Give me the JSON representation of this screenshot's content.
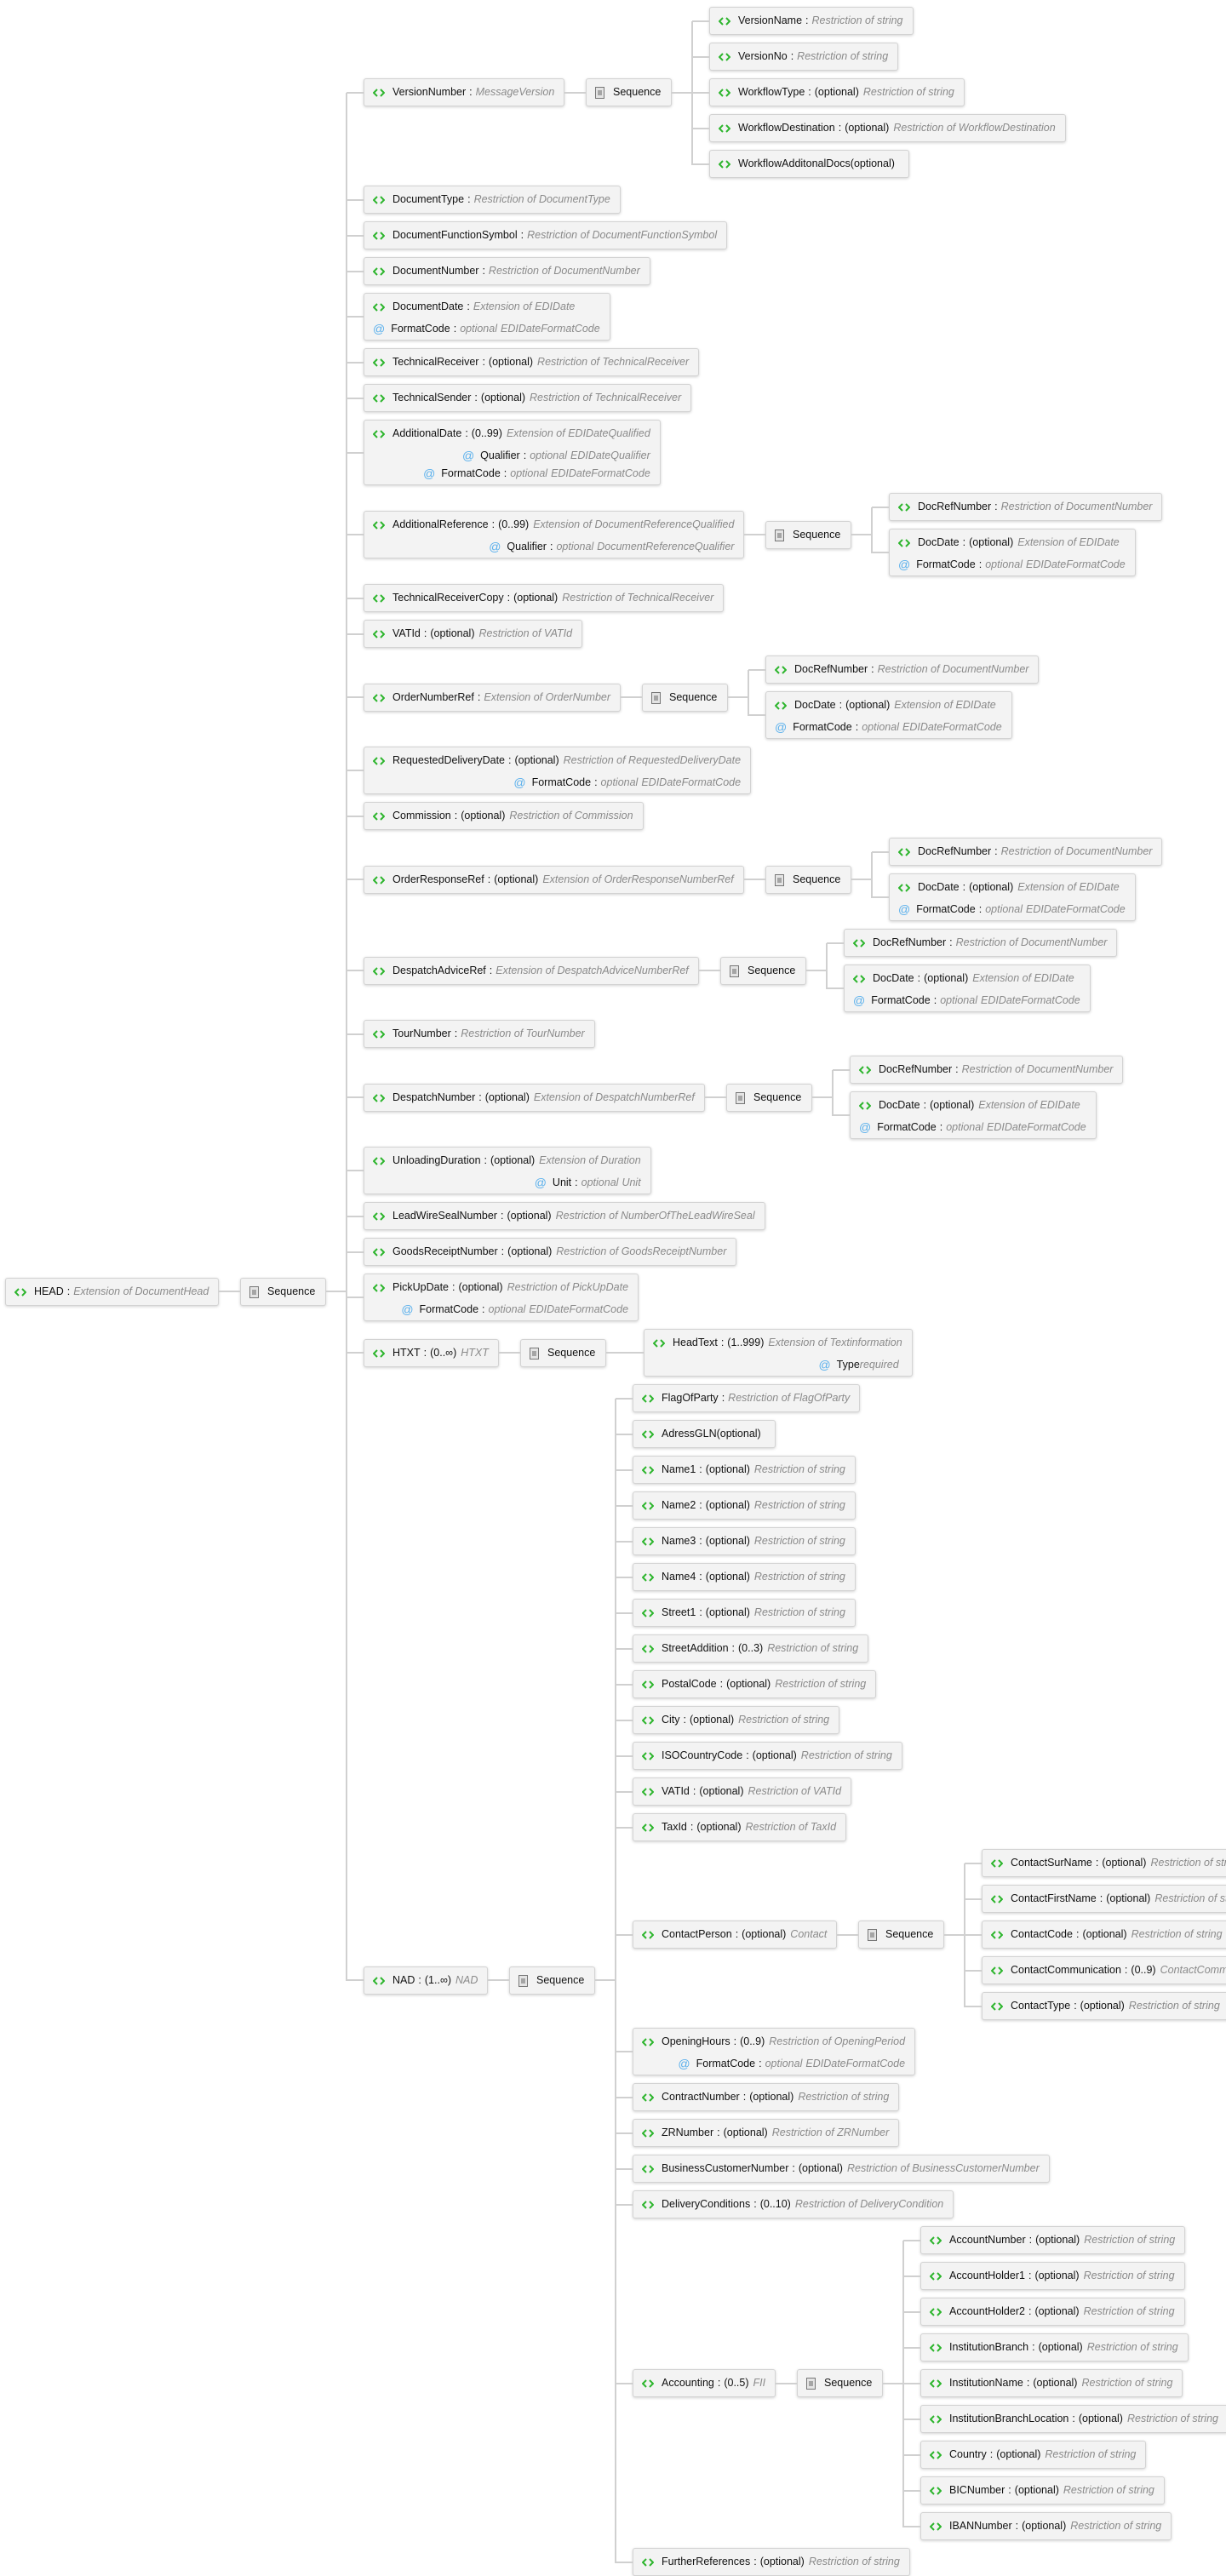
{
  "sep": ":",
  "colors": {
    "element_icon": "#2db52d",
    "attribute_icon": "#5ab0ec",
    "type_text": "#8a8a8a"
  },
  "root": {
    "name": "HEAD",
    "type": "Extension of DocumentHead",
    "seq": {
      "label": "Sequence",
      "children": [
        {
          "name": "VersionNumber",
          "type": "MessageVersion",
          "seq": {
            "label": "Sequence",
            "children": [
              {
                "name": "VersionName",
                "type": "Restriction of string"
              },
              {
                "name": "VersionNo",
                "type": "Restriction of string"
              },
              {
                "name": "WorkflowType",
                "occurs": "(optional)",
                "type": "Restriction of string"
              },
              {
                "name": "WorkflowDestination",
                "occurs": "(optional)",
                "type": "Restriction of WorkflowDestination"
              },
              {
                "name": "WorkflowAdditonalDocs",
                "occurs": "(optional)"
              }
            ]
          }
        },
        {
          "name": "DocumentType",
          "type": "Restriction of DocumentType"
        },
        {
          "name": "DocumentFunctionSymbol",
          "type": "Restriction of DocumentFunctionSymbol"
        },
        {
          "name": "DocumentNumber",
          "type": "Restriction of DocumentNumber"
        },
        {
          "name": "DocumentDate",
          "type": "Extension of EDIDate",
          "attrs": [
            {
              "name": "FormatCode",
              "use": "optional",
              "type": "EDIDateFormatCode"
            }
          ]
        },
        {
          "name": "TechnicalReceiver",
          "occurs": "(optional)",
          "type": "Restriction of TechnicalReceiver"
        },
        {
          "name": "TechnicalSender",
          "occurs": "(optional)",
          "type": "Restriction of TechnicalReceiver"
        },
        {
          "name": "AdditionalDate",
          "occurs": "(0..99)",
          "type": "Extension of EDIDateQualified",
          "attrs": [
            {
              "name": "Qualifier",
              "use": "optional",
              "type": "EDIDateQualifier"
            },
            {
              "name": "FormatCode",
              "use": "optional",
              "type": "EDIDateFormatCode"
            }
          ]
        },
        {
          "name": "AdditionalReference",
          "occurs": "(0..99)",
          "type": "Extension of DocumentReferenceQualified",
          "attrs": [
            {
              "name": "Qualifier",
              "use": "optional",
              "type": "DocumentReferenceQualifier"
            }
          ],
          "seq": {
            "label": "Sequence",
            "children": [
              {
                "name": "DocRefNumber",
                "type": "Restriction of DocumentNumber"
              },
              {
                "name": "DocDate",
                "occurs": "(optional)",
                "type": "Extension of EDIDate",
                "attrs": [
                  {
                    "name": "FormatCode",
                    "use": "optional",
                    "type": "EDIDateFormatCode"
                  }
                ]
              }
            ]
          }
        },
        {
          "name": "TechnicalReceiverCopy",
          "occurs": "(optional)",
          "type": "Restriction of TechnicalReceiver"
        },
        {
          "name": "VATId",
          "occurs": "(optional)",
          "type": "Restriction of VATId"
        },
        {
          "name": "OrderNumberRef",
          "type": "Extension of OrderNumber",
          "seq": {
            "label": "Sequence",
            "children": [
              {
                "name": "DocRefNumber",
                "type": "Restriction of DocumentNumber"
              },
              {
                "name": "DocDate",
                "occurs": "(optional)",
                "type": "Extension of EDIDate",
                "attrs": [
                  {
                    "name": "FormatCode",
                    "use": "optional",
                    "type": "EDIDateFormatCode"
                  }
                ]
              }
            ]
          }
        },
        {
          "name": "RequestedDeliveryDate",
          "occurs": "(optional)",
          "type": "Restriction of RequestedDeliveryDate",
          "attrs": [
            {
              "name": "FormatCode",
              "use": "optional",
              "type": "EDIDateFormatCode"
            }
          ]
        },
        {
          "name": "Commission",
          "occurs": "(optional)",
          "type": "Restriction of Commission"
        },
        {
          "name": "OrderResponseRef",
          "occurs": "(optional)",
          "type": "Extension of OrderResponseNumberRef",
          "seq": {
            "label": "Sequence",
            "children": [
              {
                "name": "DocRefNumber",
                "type": "Restriction of DocumentNumber"
              },
              {
                "name": "DocDate",
                "occurs": "(optional)",
                "type": "Extension of EDIDate",
                "attrs": [
                  {
                    "name": "FormatCode",
                    "use": "optional",
                    "type": "EDIDateFormatCode"
                  }
                ]
              }
            ]
          }
        },
        {
          "name": "DespatchAdviceRef",
          "type": "Extension of DespatchAdviceNumberRef",
          "seq": {
            "label": "Sequence",
            "children": [
              {
                "name": "DocRefNumber",
                "type": "Restriction of DocumentNumber"
              },
              {
                "name": "DocDate",
                "occurs": "(optional)",
                "type": "Extension of EDIDate",
                "attrs": [
                  {
                    "name": "FormatCode",
                    "use": "optional",
                    "type": "EDIDateFormatCode"
                  }
                ]
              }
            ]
          }
        },
        {
          "name": "TourNumber",
          "type": "Restriction of TourNumber"
        },
        {
          "name": "DespatchNumber",
          "occurs": "(optional)",
          "type": "Extension of DespatchNumberRef",
          "seq": {
            "label": "Sequence",
            "children": [
              {
                "name": "DocRefNumber",
                "type": "Restriction of DocumentNumber"
              },
              {
                "name": "DocDate",
                "occurs": "(optional)",
                "type": "Extension of EDIDate",
                "attrs": [
                  {
                    "name": "FormatCode",
                    "use": "optional",
                    "type": "EDIDateFormatCode"
                  }
                ]
              }
            ]
          }
        },
        {
          "name": "UnloadingDuration",
          "occurs": "(optional)",
          "type": "Extension of Duration",
          "attrs": [
            {
              "name": "Unit",
              "use": "optional",
              "type": "Unit"
            }
          ]
        },
        {
          "name": "LeadWireSealNumber",
          "occurs": "(optional)",
          "type": "Restriction of NumberOfTheLeadWireSeal"
        },
        {
          "name": "GoodsReceiptNumber",
          "occurs": "(optional)",
          "type": "Restriction of GoodsReceiptNumber"
        },
        {
          "name": "PickUpDate",
          "occurs": "(optional)",
          "type": "Restriction of PickUpDate",
          "attrs": [
            {
              "name": "FormatCode",
              "use": "optional",
              "type": "EDIDateFormatCode"
            }
          ]
        },
        {
          "name": "HTXT",
          "occurs": "(0..∞)",
          "type": "HTXT",
          "seq": {
            "label": "Sequence",
            "children": [
              {
                "name": "HeadText",
                "occurs": "(1..999)",
                "type": "Extension of Textinformation",
                "attrs": [
                  {
                    "name": "Type",
                    "use": "required"
                  }
                ]
              }
            ]
          }
        },
        {
          "name": "NAD",
          "occurs": "(1..∞)",
          "type": "NAD",
          "seq": {
            "label": "Sequence",
            "children": [
              {
                "name": "FlagOfParty",
                "type": "Restriction of FlagOfParty"
              },
              {
                "name": "AdressGLN",
                "occurs": "(optional)"
              },
              {
                "name": "Name1",
                "occurs": "(optional)",
                "type": "Restriction of string"
              },
              {
                "name": "Name2",
                "occurs": "(optional)",
                "type": "Restriction of string"
              },
              {
                "name": "Name3",
                "occurs": "(optional)",
                "type": "Restriction of string"
              },
              {
                "name": "Name4",
                "occurs": "(optional)",
                "type": "Restriction of string"
              },
              {
                "name": "Street1",
                "occurs": "(optional)",
                "type": "Restriction of string"
              },
              {
                "name": "StreetAddition",
                "occurs": "(0..3)",
                "type": "Restriction of string"
              },
              {
                "name": "PostalCode",
                "occurs": "(optional)",
                "type": "Restriction of string"
              },
              {
                "name": "City",
                "occurs": "(optional)",
                "type": "Restriction of string"
              },
              {
                "name": "ISOCountryCode",
                "occurs": "(optional)",
                "type": "Restriction of string"
              },
              {
                "name": "VATId",
                "occurs": "(optional)",
                "type": "Restriction of VATId"
              },
              {
                "name": "TaxId",
                "occurs": "(optional)",
                "type": "Restriction of TaxId"
              },
              {
                "name": "ContactPerson",
                "occurs": "(optional)",
                "type": "Contact",
                "seq": {
                  "label": "Sequence",
                  "children": [
                    {
                      "name": "ContactSurName",
                      "occurs": "(optional)",
                      "type": "Restriction of string"
                    },
                    {
                      "name": "ContactFirstName",
                      "occurs": "(optional)",
                      "type": "Restriction of string"
                    },
                    {
                      "name": "ContactCode",
                      "occurs": "(optional)",
                      "type": "Restriction of string"
                    },
                    {
                      "name": "ContactCommunication",
                      "occurs": "(0..9)",
                      "type": "ContactCommunication"
                    },
                    {
                      "name": "ContactType",
                      "occurs": "(optional)",
                      "type": "Restriction of string"
                    }
                  ]
                }
              },
              {
                "name": "OpeningHours",
                "occurs": "(0..9)",
                "type": "Restriction of OpeningPeriod",
                "attrs": [
                  {
                    "name": "FormatCode",
                    "use": "optional",
                    "type": "EDIDateFormatCode"
                  }
                ]
              },
              {
                "name": "ContractNumber",
                "occurs": "(optional)",
                "type": "Restriction of string"
              },
              {
                "name": "ZRNumber",
                "occurs": "(optional)",
                "type": "Restriction of ZRNumber"
              },
              {
                "name": "BusinessCustomerNumber",
                "occurs": "(optional)",
                "type": "Restriction of BusinessCustomerNumber"
              },
              {
                "name": "DeliveryConditions",
                "occurs": "(0..10)",
                "type": "Restriction of DeliveryCondition"
              },
              {
                "name": "Accounting",
                "occurs": "(0..5)",
                "type": "FII",
                "seq": {
                  "label": "Sequence",
                  "children": [
                    {
                      "name": "AccountNumber",
                      "occurs": "(optional)",
                      "type": "Restriction of string"
                    },
                    {
                      "name": "AccountHolder1",
                      "occurs": "(optional)",
                      "type": "Restriction of string"
                    },
                    {
                      "name": "AccountHolder2",
                      "occurs": "(optional)",
                      "type": "Restriction of string"
                    },
                    {
                      "name": "InstitutionBranch",
                      "occurs": "(optional)",
                      "type": "Restriction of string"
                    },
                    {
                      "name": "InstitutionName",
                      "occurs": "(optional)",
                      "type": "Restriction of string"
                    },
                    {
                      "name": "InstitutionBranchLocation",
                      "occurs": "(optional)",
                      "type": "Restriction of string"
                    },
                    {
                      "name": "Country",
                      "occurs": "(optional)",
                      "type": "Restriction of string"
                    },
                    {
                      "name": "BICNumber",
                      "occurs": "(optional)",
                      "type": "Restriction of string"
                    },
                    {
                      "name": "IBANNumber",
                      "occurs": "(optional)",
                      "type": "Restriction of string"
                    }
                  ]
                }
              },
              {
                "name": "FurtherReferences",
                "occurs": "(optional)",
                "type": "Restriction of string"
              }
            ]
          }
        }
      ]
    }
  }
}
